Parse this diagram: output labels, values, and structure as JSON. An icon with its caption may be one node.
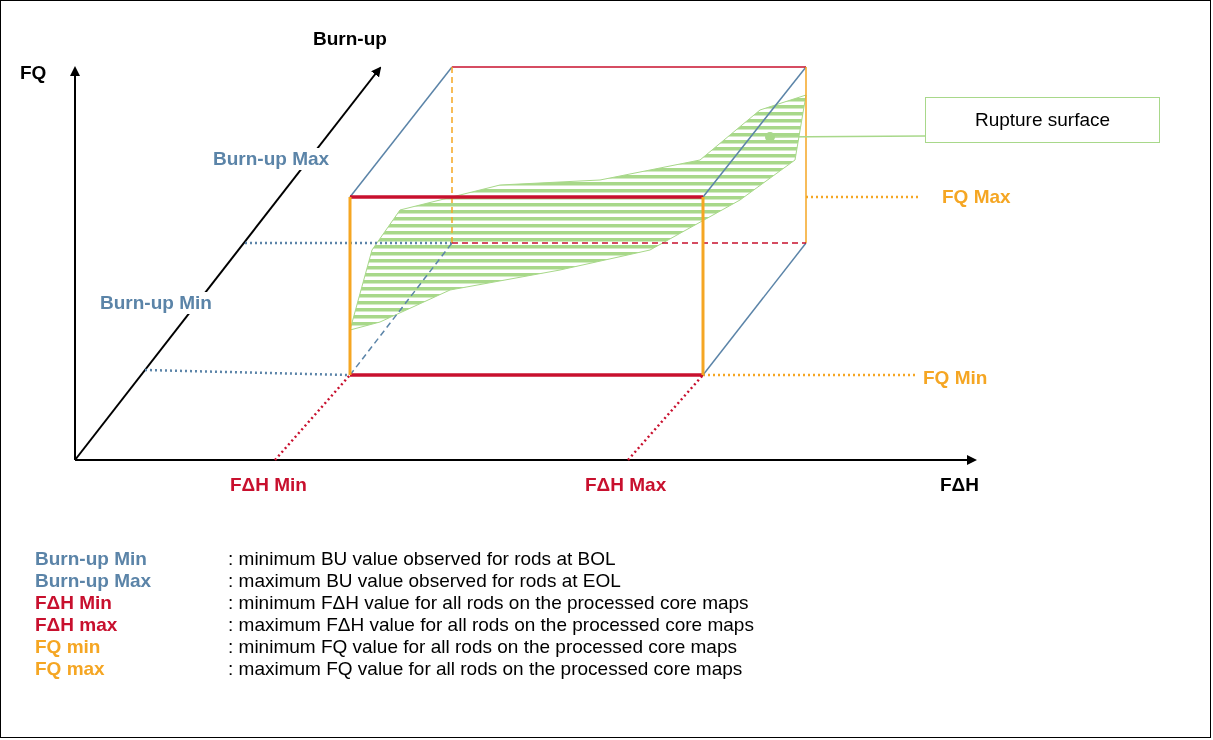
{
  "diagram": {
    "nodes": [
      {
        "text": [
          "Rupture surface"
        ]
      },
      {
        "text": [],
        "shape": "surface"
      }
    ],
    "edges": [
      {
        "from": 0,
        "to": 1,
        "arrow": "other"
      }
    ],
    "labels": [
      "FQ",
      "Burn-up",
      "Burn-up Max",
      "Burn-up Min",
      "FQ Max",
      "FQ Min",
      "FΔH Min",
      "FΔH Max",
      "FΔH",
      "Burn-up Min",
      ": minimum BU value observed for rods at BOL",
      "Burn-up Max",
      ": maximum BU value observed for rods at EOL",
      "FΔH Min",
      ": minimum FΔH value for all rods on the processed core maps",
      "FΔH max",
      ": maximum FΔH value for all rods on the processed core maps",
      "FQ min",
      ": minimum FQ value for all rods on the processed core maps",
      "FQ max",
      ": maximum FQ value for all rods on the processed core maps"
    ]
  }
}
